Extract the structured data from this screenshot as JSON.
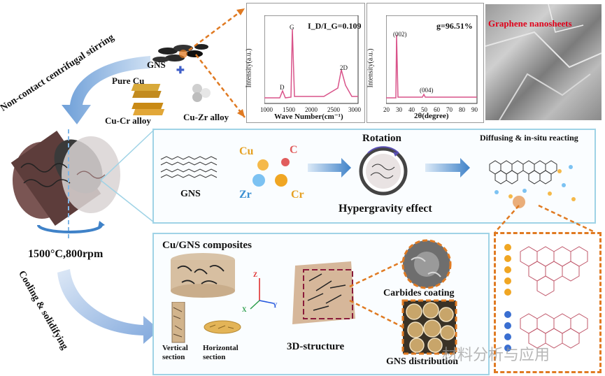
{
  "process": {
    "stirring_label": "Non-contact  centrifugal stirring",
    "gns_label": "GNS",
    "pure_cu_label": "Pure Cu",
    "cucr_label": "Cu-Cr alloy",
    "cuzr_label": "Cu-Zr alloy",
    "condition_label": "1500°C,800rpm",
    "cooling_label": "Cooling & solidifying"
  },
  "raman": {
    "ratio_label": "I_D/I_G=0.109",
    "ylabel": "Intensity(a.u.)",
    "xlabel": "Wave Number(cm⁻¹)",
    "ticks": [
      "1000",
      "1500",
      "2000",
      "2500",
      "3000"
    ],
    "peaks": [
      "D",
      "G",
      "2D"
    ]
  },
  "xrd": {
    "g_label": "g=96.51%",
    "ylabel": "Intensity(a.u.)",
    "xlabel": "2θ(degree)",
    "ticks": [
      "20",
      "30",
      "40",
      "50",
      "60",
      "70",
      "80",
      "90"
    ],
    "peaks": [
      "(002)",
      "(004)"
    ]
  },
  "sem": {
    "label": "Graphene nanosheets"
  },
  "mechanism": {
    "gns_label": "GNS",
    "cu": "Cu",
    "c": "C",
    "zr": "Zr",
    "cr": "Cr",
    "rotation_label": "Rotation",
    "hypergravity_label": "Hypergravity effect",
    "diffusing_label": "Diffusing & in-situ reacting"
  },
  "composites": {
    "title": "Cu/GNS  composites",
    "vertical_label": "Vertical\nsection",
    "horizontal_label": "Horizontal\nsection",
    "structure_label": "3D-structure",
    "carbides_label": "Carbides coating",
    "distribution_label": "GNS distribution",
    "axes": [
      "Z",
      "X",
      "Y"
    ]
  },
  "watermark": "材料分析与应用",
  "colors": {
    "panel_border": "#9fd3e6",
    "arrow_orange": "#e07a22",
    "arrow_blue": "#3f82c8",
    "curve_pink": "#d9548a",
    "sem_label": "#e0001a"
  }
}
